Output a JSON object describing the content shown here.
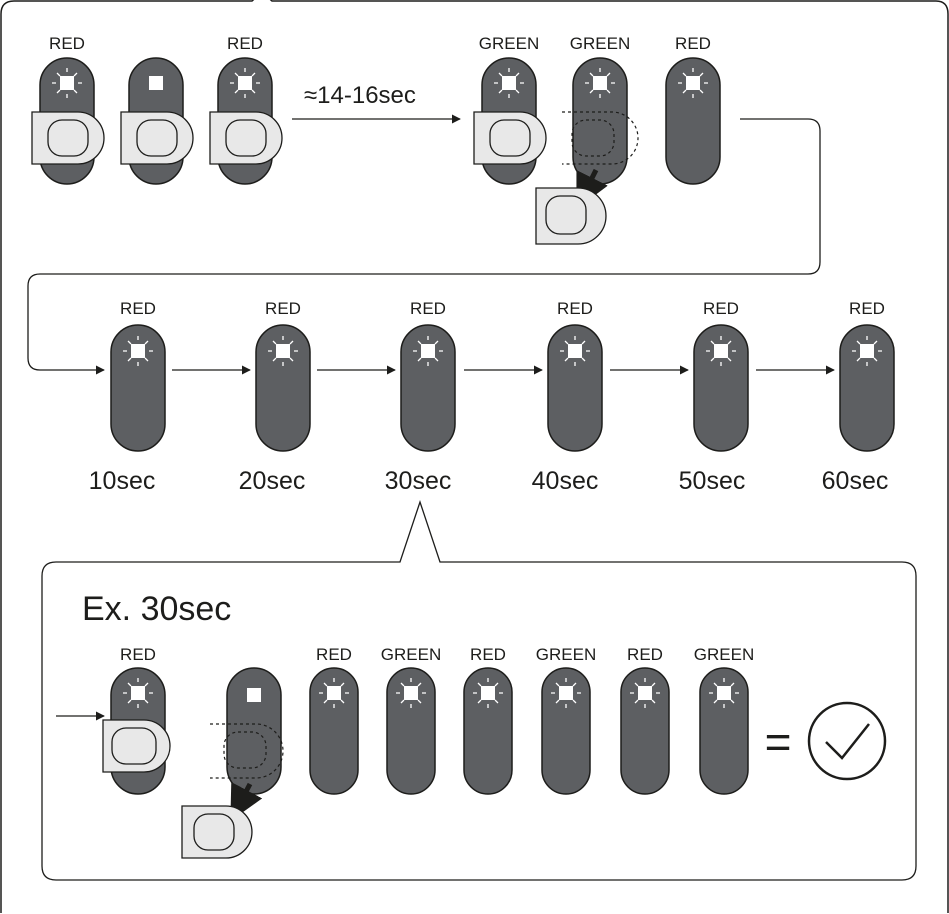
{
  "colors": {
    "device_body": "#5d5f62",
    "outline": "#1d1d1b",
    "finger_fill": "#e8e8e8",
    "led": "#ffffff"
  },
  "top_row": {
    "labels": [
      "RED",
      "",
      "RED",
      "GREEN",
      "GREEN",
      "RED"
    ],
    "duration_label": "≈14-16sec"
  },
  "middle_row": {
    "labels": [
      "RED",
      "RED",
      "RED",
      "RED",
      "RED",
      "RED"
    ],
    "times": [
      "10sec",
      "20sec",
      "30sec",
      "40sec",
      "50sec",
      "60sec"
    ]
  },
  "example_box": {
    "title": "Ex. 30sec",
    "labels": [
      "RED",
      "",
      "RED",
      "GREEN",
      "RED",
      "GREEN",
      "RED",
      "GREEN"
    ],
    "equals": "=",
    "result_icon": "checkmark-circle-icon"
  }
}
